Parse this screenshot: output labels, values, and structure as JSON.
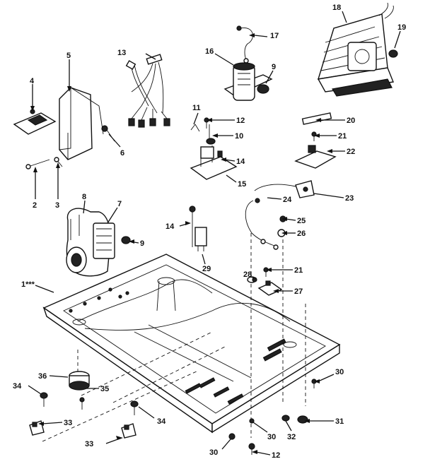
{
  "diagram": {
    "labels": {
      "l2": "2",
      "l3": "3",
      "l4": "4",
      "l5": "5",
      "l6": "6",
      "l7": "7",
      "l8": "8",
      "l9a": "9",
      "l9b": "9",
      "l10": "10",
      "l11": "11",
      "l12a": "12",
      "l12b": "12",
      "l13": "13",
      "l14a": "14",
      "l14b": "14",
      "l15": "15",
      "l16": "16",
      "l17": "17",
      "l18": "18",
      "l19": "19",
      "l20": "20",
      "l21a": "21",
      "l21b": "21",
      "l22": "22",
      "l23": "23",
      "l24": "24",
      "l25": "25",
      "l26": "26",
      "l27": "27",
      "l28": "28",
      "l29": "29",
      "l30a": "30",
      "l30b": "30",
      "l30c": "30",
      "l31": "31",
      "l32": "32",
      "l33a": "33",
      "l33b": "33",
      "l34a": "34",
      "l34b": "34",
      "l35": "35",
      "l36": "36",
      "l1000": "1***"
    }
  }
}
